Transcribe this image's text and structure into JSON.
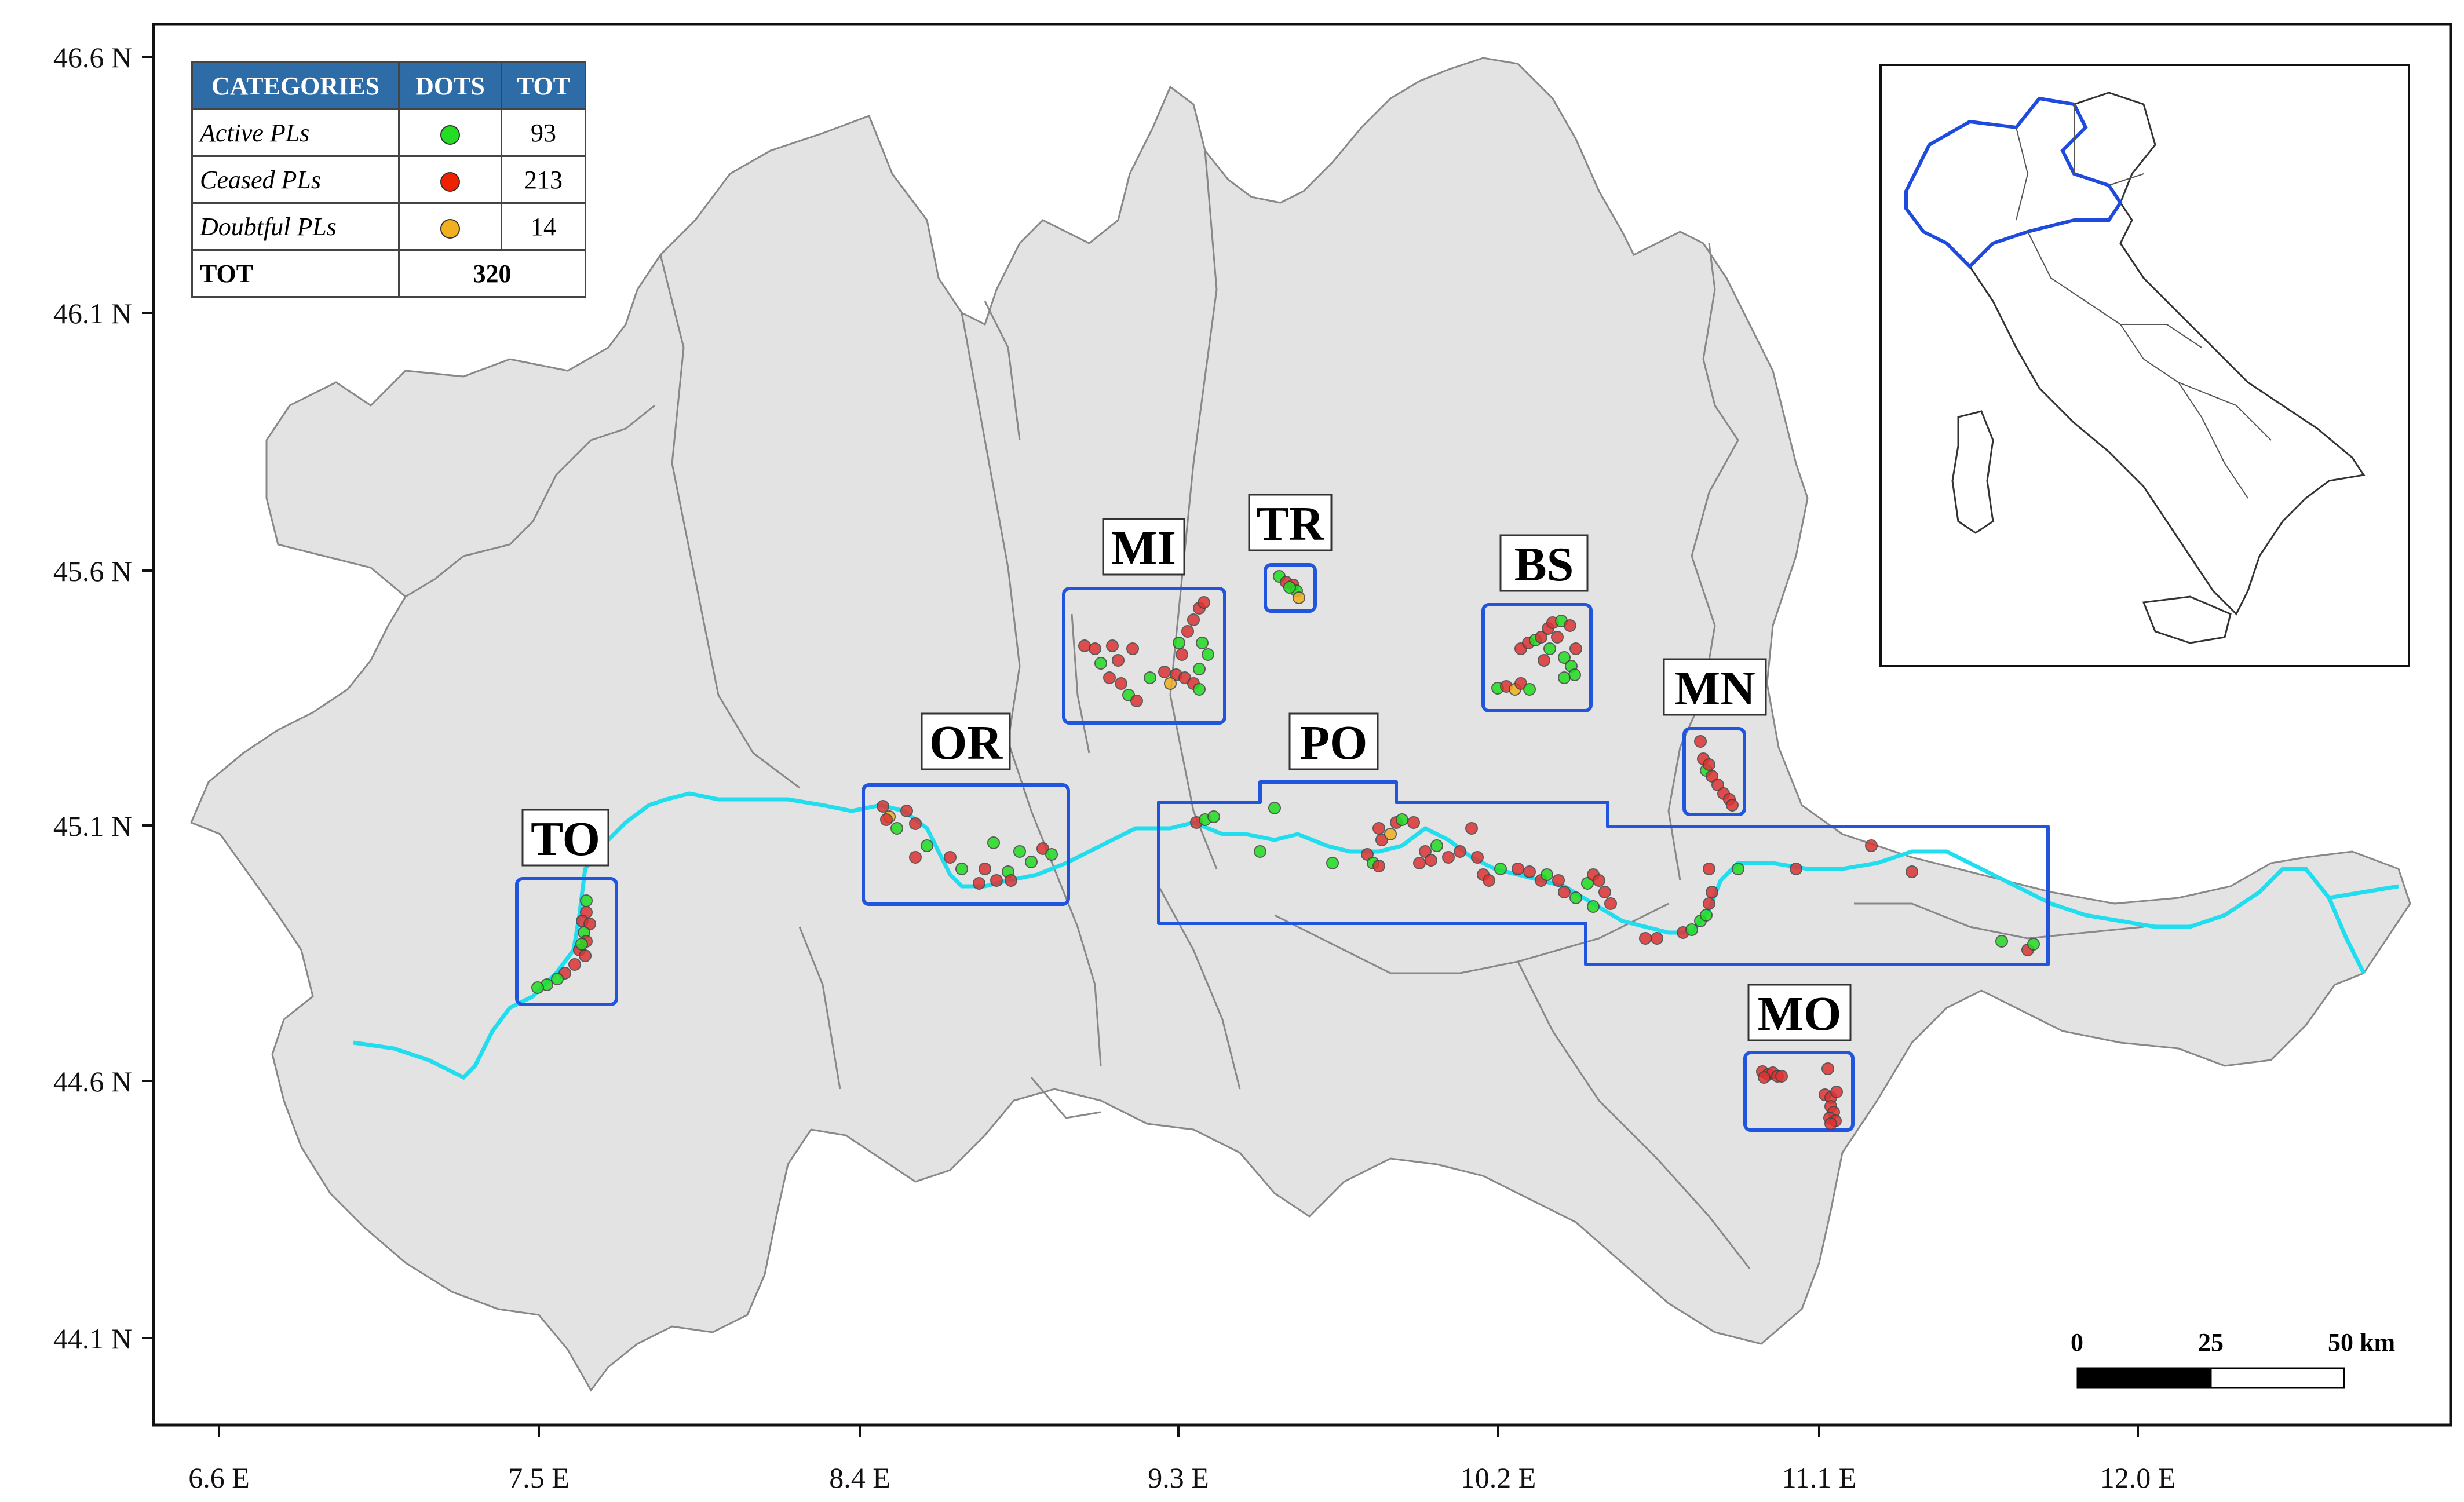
{
  "legend": {
    "headers": [
      "CATEGORIES",
      "DOTS",
      "TOT"
    ],
    "rows": [
      {
        "category": "Active PLs",
        "color": "#22dd22",
        "count": "93"
      },
      {
        "category": "Ceased PLs",
        "color": "#ee2200",
        "count": "213"
      },
      {
        "category": "Doubtful PLs",
        "color": "#f0b020",
        "count": "14"
      }
    ],
    "total_label": "TOT",
    "total_value": "320"
  },
  "axes": {
    "x_ticks": [
      "6.6 E",
      "7.5 E",
      "8.4 E",
      "9.3 E",
      "10.2 E",
      "11.1 E",
      "12.0 E"
    ],
    "y_ticks": [
      "46.6 N",
      "46.1 N",
      "45.6 N",
      "45.1 N",
      "44.6 N",
      "44.1 N"
    ]
  },
  "zones": [
    {
      "label": "TO"
    },
    {
      "label": "OR"
    },
    {
      "label": "MI"
    },
    {
      "label": "TR"
    },
    {
      "label": "PO"
    },
    {
      "label": "BS"
    },
    {
      "label": "MN"
    },
    {
      "label": "MO"
    }
  ],
  "scale_bar": {
    "labels": [
      "0",
      "25",
      "50 km"
    ]
  },
  "colors": {
    "active": "#22dd22",
    "ceased": "#dd3333",
    "doubtful": "#f0b020",
    "region_fill": "#e3e3e3",
    "river": "#22ddee",
    "zone_box": "#2255dd"
  }
}
